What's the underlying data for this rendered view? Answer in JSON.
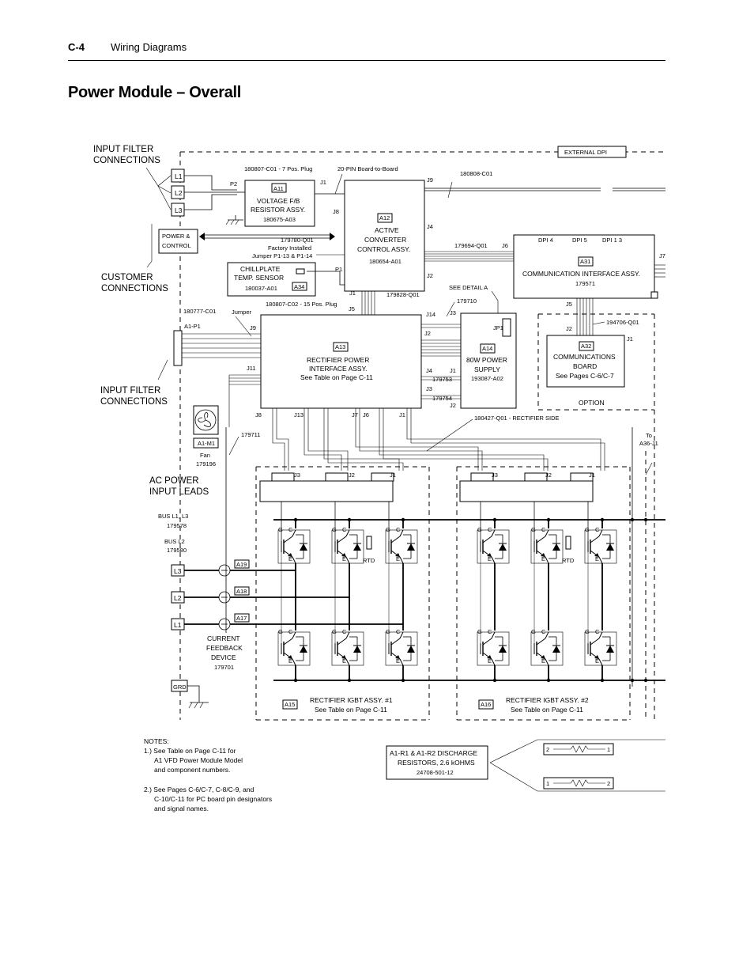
{
  "header": {
    "page": "C-4",
    "section": "Wiring Diagrams"
  },
  "title": "Power Module – Overall",
  "labels": {
    "input_filter_top_1": "INPUT FILTER",
    "input_filter_top_2": "CONNECTIONS",
    "customer_1": "CUSTOMER",
    "customer_2": "CONNECTIONS",
    "input_filter_mid_1": "INPUT FILTER",
    "input_filter_mid_2": "CONNECTIONS",
    "ac_power_1": "AC POWER",
    "ac_power_2": "INPUT LEADS",
    "external_dpi": "EXTERNAL DPI",
    "l1": "L1",
    "l2": "L2",
    "l3": "L3",
    "power_control_1": "POWER &",
    "power_control_2": "CONTROL",
    "p2": "P2",
    "plug7": "180807-C01 - 7 Pos. Plug",
    "pin20": "20-PIN Board-to-Board",
    "a11": "A11",
    "vfb_1": "VOLTAGE F/B",
    "vfb_2": "RESISTOR ASSY.",
    "vfb_pn": "180675-A03",
    "j1": "J1",
    "j8": "J8",
    "j9": "J9",
    "j4": "J4",
    "j6": "J6",
    "j2": "J2",
    "p1": "P1",
    "j5": "J5",
    "j14": "J14",
    "j3": "J3",
    "j11": "J11",
    "j13": "J13",
    "j7": "J7",
    "jp1": "JP1",
    "c180808": "180808-C01",
    "a12": "A12",
    "acc_1": "ACTIVE",
    "acc_2": "CONVERTER",
    "acc_3": "CONTROL ASSY.",
    "acc_pn": "180654-A01",
    "p179780": "179780-Q01",
    "factory_1": "Factory Installed",
    "factory_2": "Jumper P1-13 & P1-14",
    "chill_1": "CHILLPLATE",
    "chill_2": "TEMP. SENSOR",
    "a34": "A34",
    "chill_pn": "180037-A01",
    "p179694": "179694-Q01",
    "dpi4": "DPI 4",
    "dpi5": "DPI 5",
    "dpi13": "DPI 1 3",
    "a31": "A31",
    "comm_iface": "COMMUNICATION INTERFACE ASSY.",
    "comm_iface_pn": "179571",
    "j7_side": "J7",
    "see_detail": "SEE DETAIL A",
    "p179828": "179828-Q01",
    "p179710": "179710",
    "plug15": "180807-C02 - 15 Pos. Plug",
    "c180777": "180777-C01",
    "jumper": "Jumper",
    "a1p1": "A1-P1",
    "a13": "A13",
    "rpi_1": "RECTIFIER POWER",
    "rpi_2": "INTERFACE ASSY.",
    "rpi_3": "See Table on Page C-11",
    "a14": "A14",
    "ps_1": "80W POWER",
    "ps_2": "SUPPLY",
    "ps_pn": "193087-A02",
    "p179753": "179753",
    "p179754": "179754",
    "p194706": "194706-Q01",
    "a32": "A32",
    "cb_1": "COMMUNICATIONS",
    "cb_2": "BOARD",
    "cb_3": "See Pages C-6/C-7",
    "option": "OPTION",
    "j6_low": "J6",
    "p180427": "180427-Q01 - RECTIFIER SIDE",
    "a1m1": "A1-M1",
    "fan": "Fan",
    "fan_pn": "179196",
    "p179711": "179711",
    "to_1": "To",
    "to_2": "A36-J1",
    "busl1l3": "BUS L1, L3",
    "busl1l3_pn": "179578",
    "busl2": "BUS L2",
    "busl2_pn": "179580",
    "a17": "A17",
    "a18": "A18",
    "a19": "A19",
    "cfd_1": "CURRENT",
    "cfd_2": "FEEDBACK",
    "cfd_3": "DEVICE",
    "cfd_pn": "179701",
    "grd": "GRD",
    "g": "G",
    "c": "C",
    "e": "E",
    "rtd": "RTD",
    "a15": "A15",
    "igbt1_1": "RECTIFIER IGBT ASSY. #1",
    "igbt1_2": "See Table on Page C-11",
    "a16": "A16",
    "igbt2_1": "RECTIFIER IGBT ASSY. #2",
    "igbt2_2": "See Table on Page C-11",
    "res_1": "A1-R1 & A1-R2 DISCHARGE",
    "res_2": "RESISTORS, 2.6 kOHMS",
    "res_pn": "24708-501-12",
    "r_2a": "2",
    "r_1a": "1",
    "r_1b": "1",
    "r_2b": "2"
  },
  "notes": {
    "heading": "NOTES:",
    "n1_1": "1.) See Table on Page C-11 for",
    "n1_2": "A1 VFD Power Module Model",
    "n1_3": "and component numbers.",
    "n2_1": "2.) See Pages C-6/C-7, C-8/C-9, and",
    "n2_2": "C-10/C-11 for PC board pin designators",
    "n2_3": "and signal names."
  }
}
